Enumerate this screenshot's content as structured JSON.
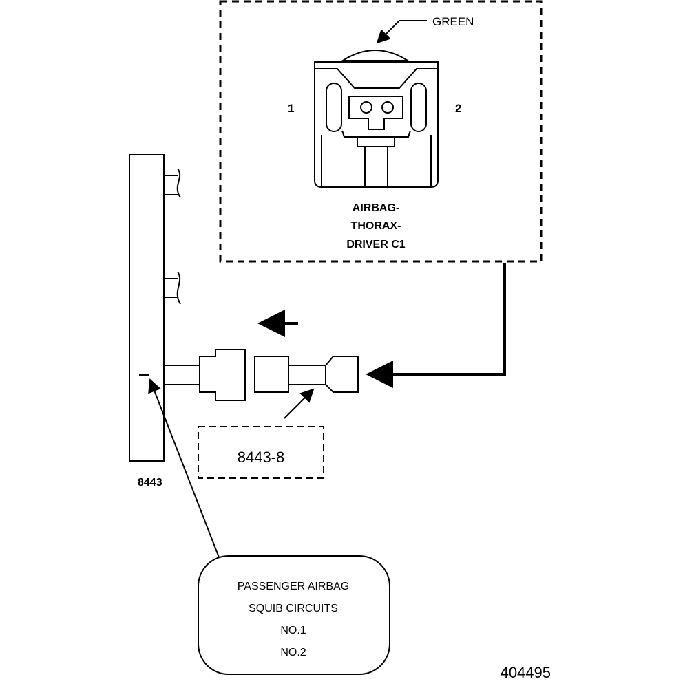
{
  "connector": {
    "color_label": "GREEN",
    "pin_1": "1",
    "pin_2": "2",
    "name_lines": [
      "AIRBAG-",
      "THORAX-",
      "DRIVER C1"
    ]
  },
  "tester": {
    "label": "8443"
  },
  "adapter": {
    "label": "8443-8"
  },
  "callout": {
    "lines": [
      "PASSENGER AIRBAG",
      "SQUIB CIRCUITS",
      "NO.1",
      "NO.2"
    ]
  },
  "figure_number": "404495"
}
